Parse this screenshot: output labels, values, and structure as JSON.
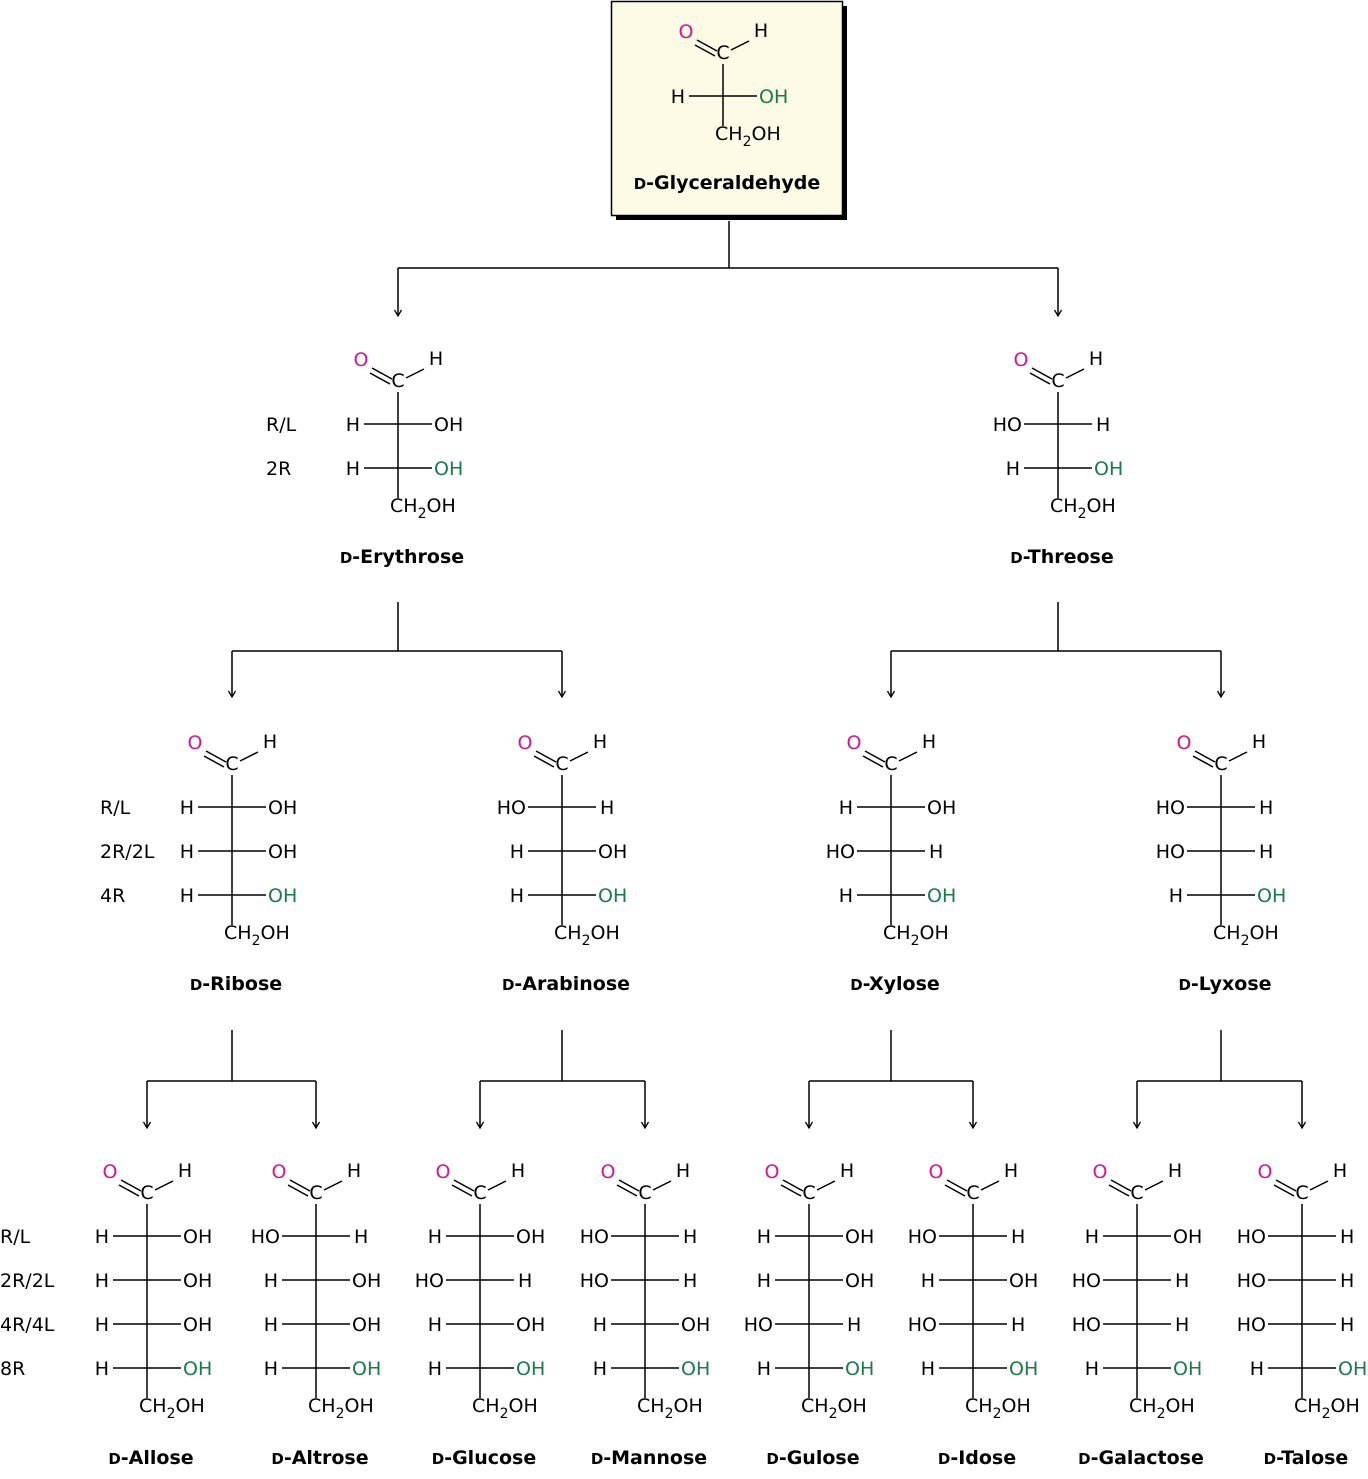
{
  "atoms": {
    "O": "O",
    "H": "H",
    "C": "C",
    "OH": "OH",
    "HO": "HO",
    "CH2OH_a": "CH",
    "CH2OH_sub": "2",
    "CH2OH_b": "OH"
  },
  "colors": {
    "oxygen": "#d6158e",
    "highlight": "#1a7a4a",
    "root_box_fill": "#fdfbe6"
  },
  "name_prefix": "D",
  "row_labels": {
    "tetrose": [
      "R/L",
      "2R"
    ],
    "pentose": [
      "R/L",
      "2R/2L",
      "4R"
    ],
    "hexose": [
      "R/L",
      "2R/2L",
      "4R/4L",
      "8R"
    ]
  },
  "sugars": [
    {
      "id": "glyceraldehyde",
      "name": "Glyceraldehyde",
      "rows": [
        "R"
      ]
    },
    {
      "id": "erythrose",
      "name": "Erythrose",
      "rows": [
        "R",
        "R"
      ]
    },
    {
      "id": "threose",
      "name": "Threose",
      "rows": [
        "L",
        "R"
      ]
    },
    {
      "id": "ribose",
      "name": "Ribose",
      "rows": [
        "R",
        "R",
        "R"
      ]
    },
    {
      "id": "arabinose",
      "name": "Arabinose",
      "rows": [
        "L",
        "R",
        "R"
      ]
    },
    {
      "id": "xylose",
      "name": "Xylose",
      "rows": [
        "R",
        "L",
        "R"
      ]
    },
    {
      "id": "lyxose",
      "name": "Lyxose",
      "rows": [
        "L",
        "L",
        "R"
      ]
    },
    {
      "id": "allose",
      "name": "Allose",
      "rows": [
        "R",
        "R",
        "R",
        "R"
      ]
    },
    {
      "id": "altrose",
      "name": "Altrose",
      "rows": [
        "L",
        "R",
        "R",
        "R"
      ]
    },
    {
      "id": "glucose",
      "name": "Glucose",
      "rows": [
        "R",
        "L",
        "R",
        "R"
      ]
    },
    {
      "id": "mannose",
      "name": "Mannose",
      "rows": [
        "L",
        "L",
        "R",
        "R"
      ]
    },
    {
      "id": "gulose",
      "name": "Gulose",
      "rows": [
        "R",
        "R",
        "L",
        "R"
      ]
    },
    {
      "id": "idose",
      "name": "Idose",
      "rows": [
        "L",
        "R",
        "L",
        "R"
      ]
    },
    {
      "id": "galactose",
      "name": "Galactose",
      "rows": [
        "R",
        "L",
        "L",
        "R"
      ]
    },
    {
      "id": "talose",
      "name": "Talose",
      "rows": [
        "L",
        "L",
        "L",
        "R"
      ]
    }
  ],
  "tree": [
    {
      "parent": "glyceraldehyde",
      "children": [
        "erythrose",
        "threose"
      ]
    },
    {
      "parent": "erythrose",
      "children": [
        "ribose",
        "arabinose"
      ]
    },
    {
      "parent": "threose",
      "children": [
        "xylose",
        "lyxose"
      ]
    },
    {
      "parent": "ribose",
      "children": [
        "allose",
        "altrose"
      ]
    },
    {
      "parent": "arabinose",
      "children": [
        "glucose",
        "mannose"
      ]
    },
    {
      "parent": "xylose",
      "children": [
        "gulose",
        "idose"
      ]
    },
    {
      "parent": "lyxose",
      "children": [
        "galactose",
        "talose"
      ]
    }
  ]
}
